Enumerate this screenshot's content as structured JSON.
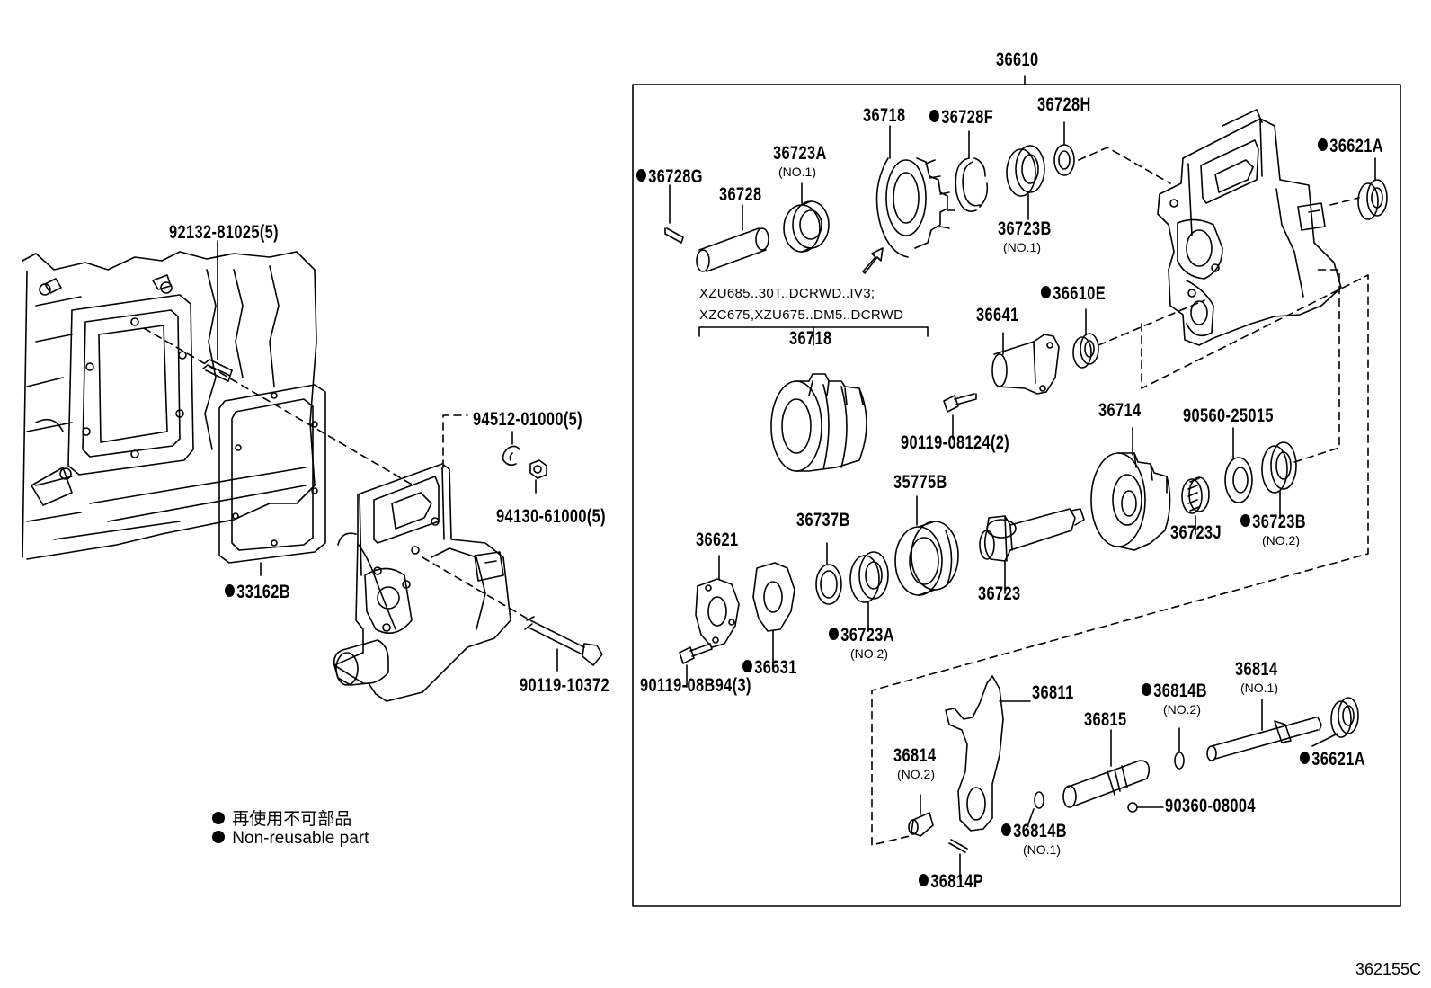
{
  "group_label": "36610",
  "figure_code": "362155C",
  "legend": [
    {
      "jp": "再使用不可部品"
    },
    {
      "en": "Non-reusable part"
    }
  ],
  "variant_note": [
    "XZU685..30T..DCRWD..IV3;",
    "XZC675,XZU675..DM5..DCRWD"
  ],
  "parts": {
    "p92132": "92132-81025(5)",
    "p94512": "94512-01000(5)",
    "p94130": "94130-61000(5)",
    "p33162B": "33162B",
    "p90119_10372": "90119-10372",
    "p36728G": "36728G",
    "p36728": "36728",
    "p36723A1": "36723A",
    "p36723A1_sub": "(NO.1)",
    "p36718_top": "36718",
    "p36728F": "36728F",
    "p36728H": "36728H",
    "p36723B1": "36723B",
    "p36723B1_sub": "(NO.1)",
    "p36621A_top": "36621A",
    "p36610E": "36610E",
    "p36641": "36641",
    "p90119_08124": "90119-08124(2)",
    "p36718_mid": "36718",
    "p36714": "36714",
    "p90560": "90560-25015",
    "p35775B": "35775B",
    "p36737B": "36737B",
    "p36621": "36621",
    "p36723J": "36723J",
    "p36723B2": "36723B",
    "p36723B2_sub": "(NO.2)",
    "p36723": "36723",
    "p36723A2": "36723A",
    "p36723A2_sub": "(NO.2)",
    "p36631": "36631",
    "p90119_08B94": "90119-08B94(3)",
    "p36811": "36811",
    "p36814B2": "36814B",
    "p36814B2_sub": "(NO.2)",
    "p36814_1": "36814",
    "p36814_1_sub": "(NO.1)",
    "p36815": "36815",
    "p36621A_bot": "36621A",
    "p36814_2": "36814",
    "p36814_2_sub": "(NO.2)",
    "p90360": "90360-08004",
    "p36814B1": "36814B",
    "p36814B1_sub": "(NO.1)",
    "p36814P": "36814P"
  }
}
